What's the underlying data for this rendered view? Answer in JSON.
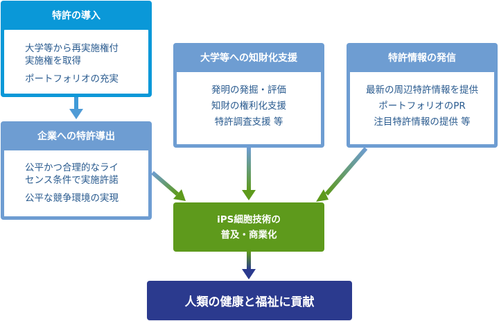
{
  "intro": {
    "title": "特許の導入",
    "lines": [
      "大学等から再実施権付",
      "実施権を取得",
      "ポートフォリオの充実"
    ]
  },
  "licensing": {
    "title": "企業への特許導出",
    "lines": [
      "公平かつ合理的なライ",
      "センス条件で実施許諾",
      "公平な競争環境の実現"
    ]
  },
  "ip_support": {
    "title": "大学等への知財化支援",
    "lines": [
      "発明の発掘・評価",
      "知財の権利化支援",
      "特許調査支援 等"
    ]
  },
  "info": {
    "title": "特許情報の発信",
    "lines": [
      "最新の周辺特許情報を提供",
      "ポートフォリオのPR",
      "注目特許情報の提供 等"
    ]
  },
  "center": {
    "line1": "iPS細胞技術の",
    "line2": "普及・商業化"
  },
  "goal": {
    "label": "人類の健康と福祉に貢献"
  },
  "colors": {
    "intro_header": "#0a98d8",
    "box_header": "#6e9dd2",
    "center": "#5e9a1c",
    "goal": "#2b3a8e",
    "text": "#2a5b8f"
  }
}
